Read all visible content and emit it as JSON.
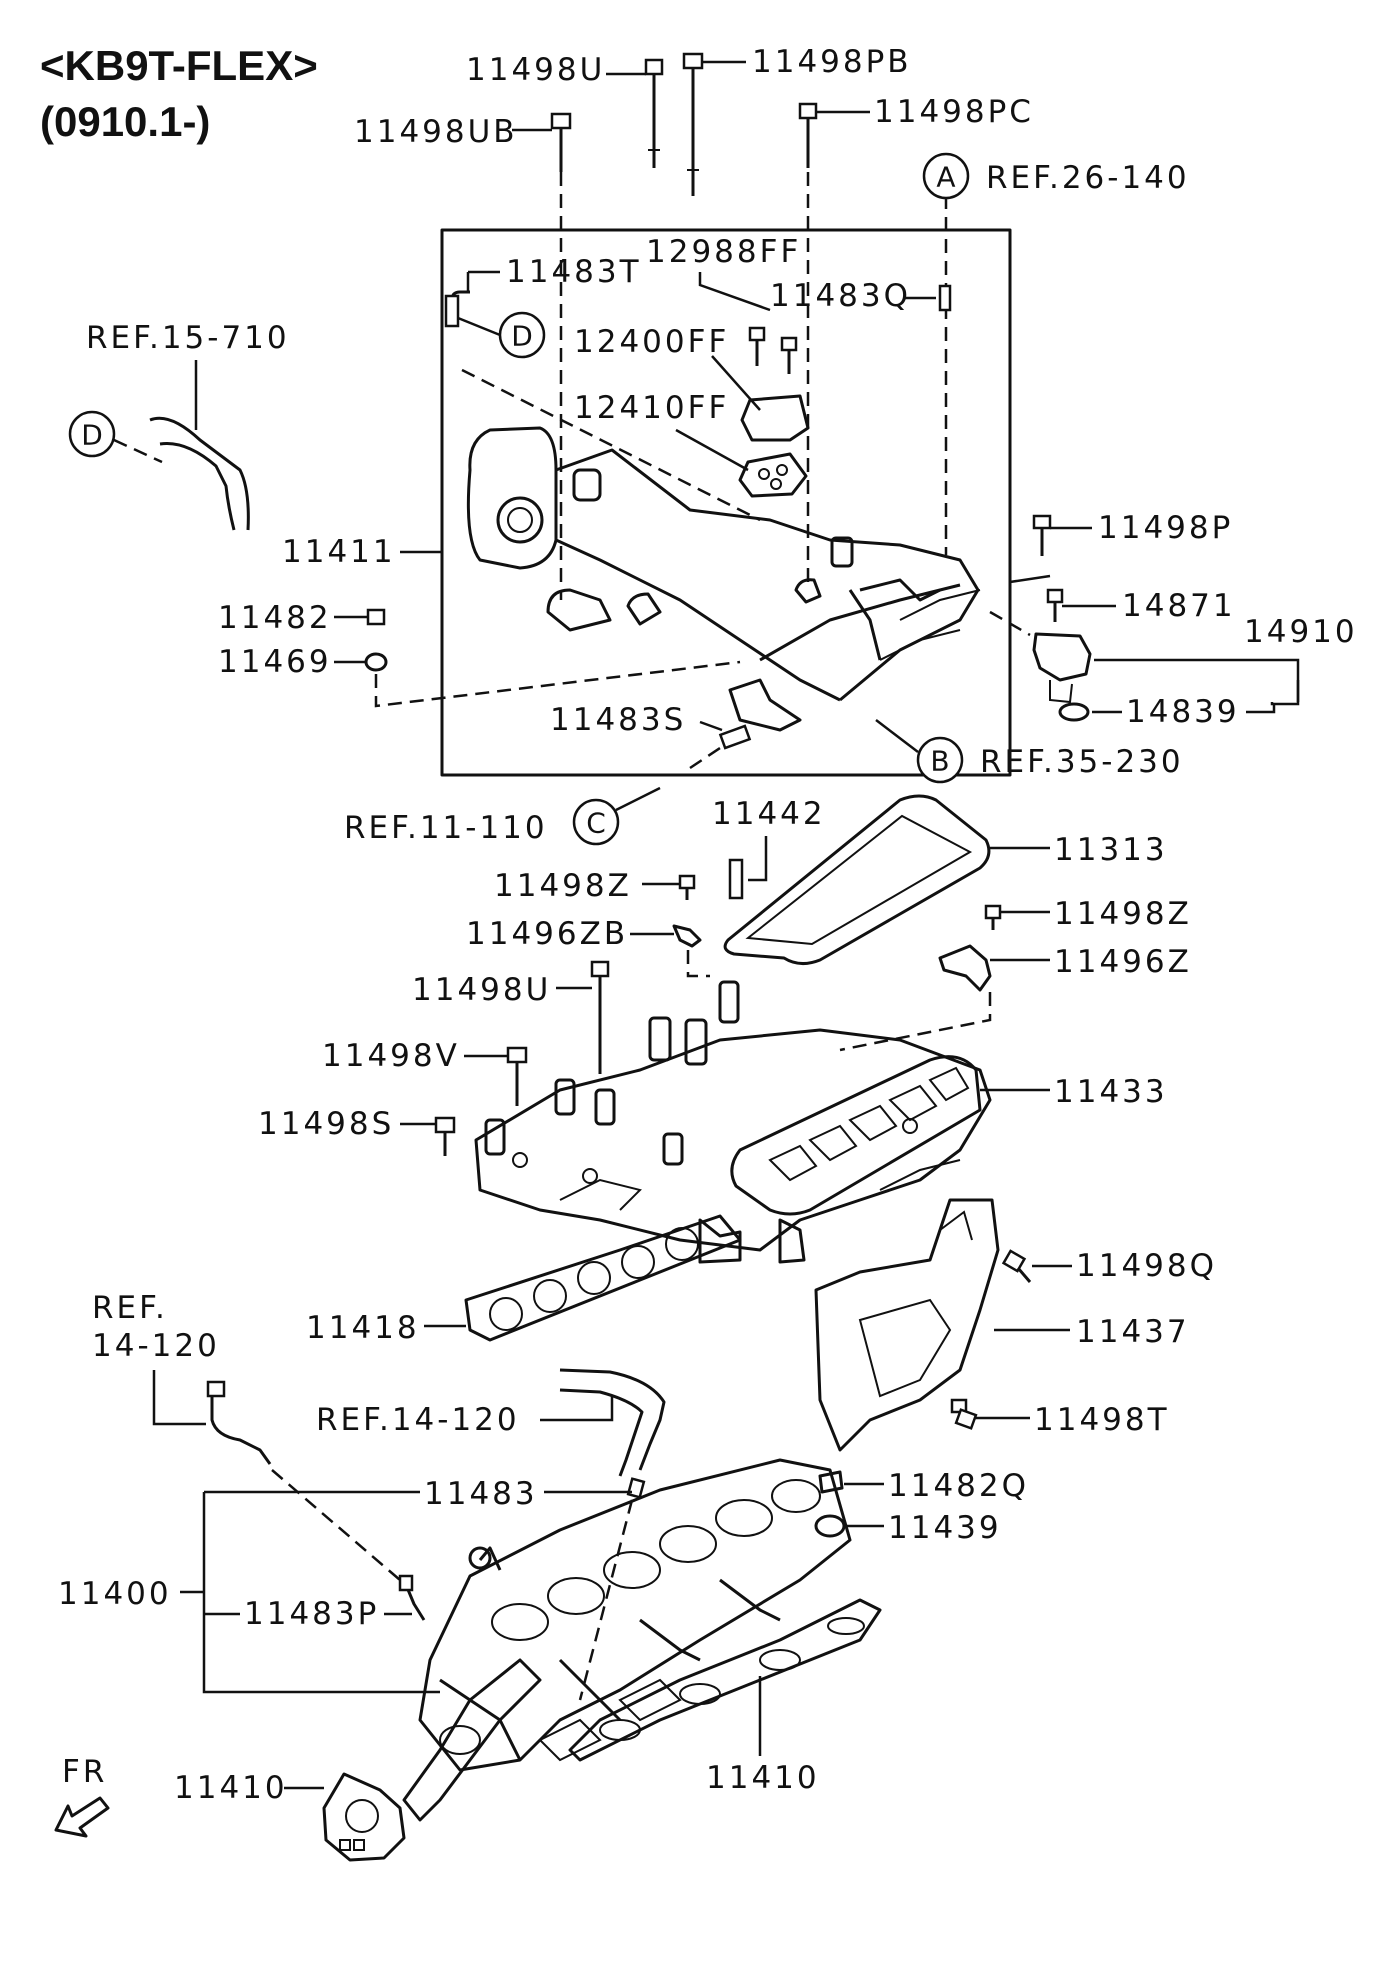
{
  "header": {
    "model": "<KB9T-FLEX>",
    "date_range": "(0910.1-)"
  },
  "callout_letters": {
    "a": "A",
    "b": "B",
    "c": "C",
    "d": "D"
  },
  "labels": {
    "p11498u_top": "11498U",
    "p11498pb": "11498PB",
    "p11498ub": "11498UB",
    "p11498pc": "11498PC",
    "ref26_140": "REF.26-140",
    "p11483t": "11483T",
    "p12988ff": "12988FF",
    "p11483q": "11483Q",
    "ref15_710": "REF.15-710",
    "p12400ff": "12400FF",
    "p12410ff": "12410FF",
    "p11411": "11411",
    "p11498p": "11498P",
    "p14871": "14871",
    "p14910": "14910",
    "p11482": "11482",
    "p11469": "11469",
    "p14839": "14839",
    "p11483s": "11483S",
    "ref35_230": "REF.35-230",
    "ref11_110": "REF.11-110",
    "p11442": "11442",
    "p11313": "11313",
    "p11498z_left": "11498Z",
    "p11498z_right": "11498Z",
    "p11496zb": "11496ZB",
    "p11496z": "11496Z",
    "p11498u_mid": "11498U",
    "p11498v": "11498V",
    "p11433": "11433",
    "p11498s": "11498S",
    "p11498q": "11498Q",
    "ref14_top": "REF.",
    "ref14_bottom": "14-120",
    "p11418": "11418",
    "p11437": "11437",
    "ref14_120": "REF.14-120",
    "p11498t": "11498T",
    "p11483": "11483",
    "p11482q": "11482Q",
    "p11439": "11439",
    "p11400": "11400",
    "p11483p": "11483P",
    "p11410_left": "11410",
    "p11410_right": "11410",
    "fr": "FR"
  }
}
